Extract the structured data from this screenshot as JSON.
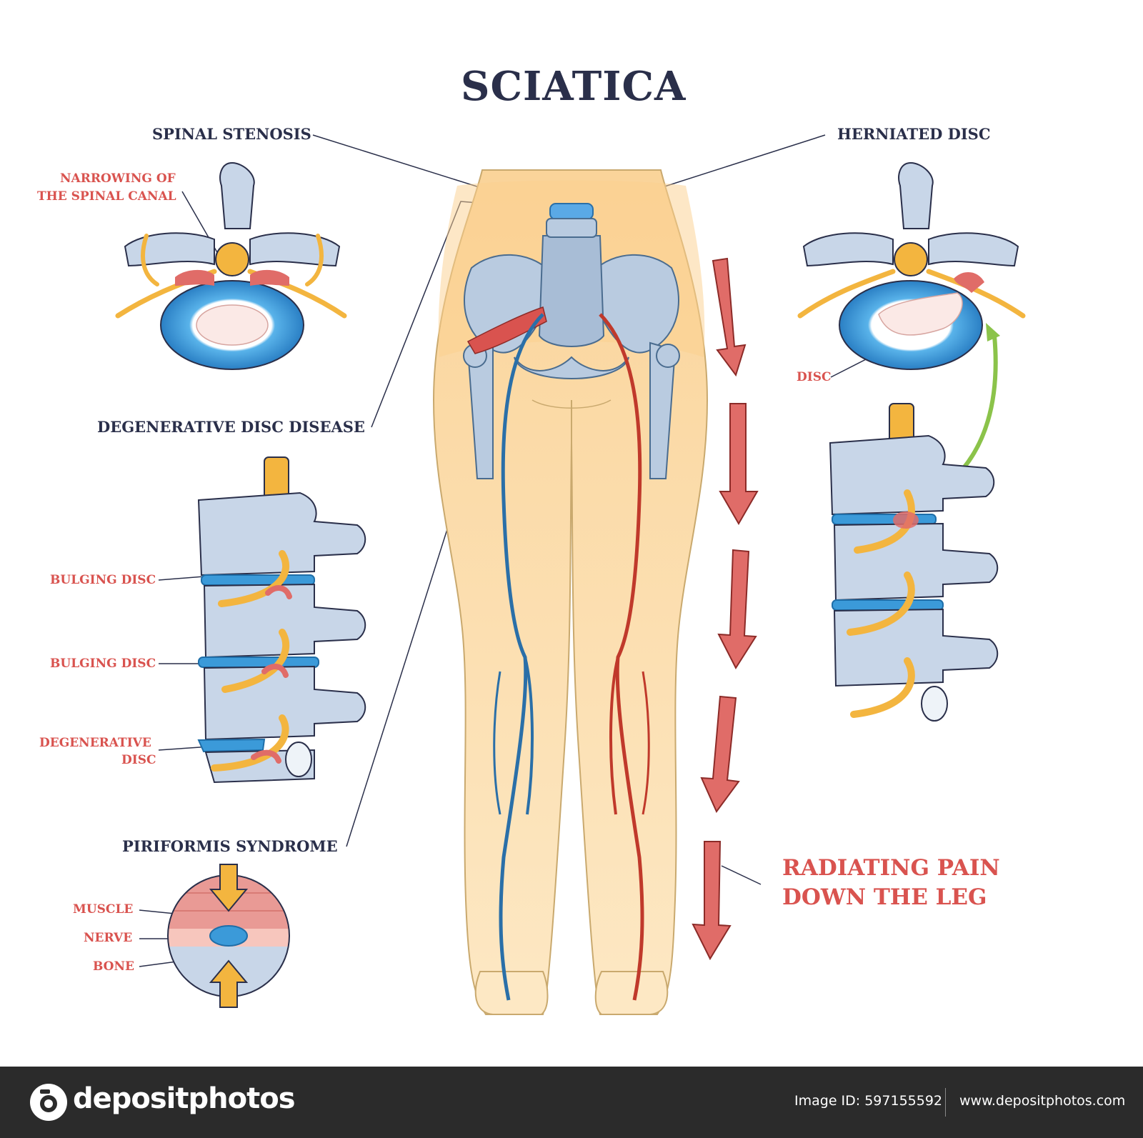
{
  "title": "SCIATICA",
  "labels": {
    "spinal_stenosis": "SPINAL STENOSIS",
    "herniated_disc": "HERNIATED DISC",
    "narrowing_line1": "NARROWING OF",
    "narrowing_line2": "THE SPINAL CANAL",
    "disc": "DISC",
    "degenerative_disc_disease": "DEGENERATIVE DISC DISEASE",
    "bulging_disc_1": "BULGING DISC",
    "bulging_disc_2": "BULGING DISC",
    "degenerative_line1": "DEGENERATIVE",
    "degenerative_line2": "DISC",
    "piriformis_syndrome": "PIRIFORMIS SYNDROME",
    "muscle": "MUSCLE",
    "nerve": "NERVE",
    "bone": "BONE",
    "radiating_line1": "RADIATING PAIN",
    "radiating_line2": "DOWN THE LEG"
  },
  "footer": {
    "brand": "depositphotos",
    "image_id": "Image ID: 597155592",
    "site": "www.depositphotos.com"
  },
  "colors": {
    "title": "#2a2f4a",
    "label_red": "#d9534f",
    "skin": "#fbdfa8",
    "bone": "#c8d6e8",
    "disc_blue": "#3b9ad9",
    "nerve_yellow": "#f3b53f",
    "nerve_red": "#d9534f",
    "arrow_red": "#d9534f",
    "arrow_green": "#8bc34a",
    "footer_bg": "#2b2b2b"
  }
}
